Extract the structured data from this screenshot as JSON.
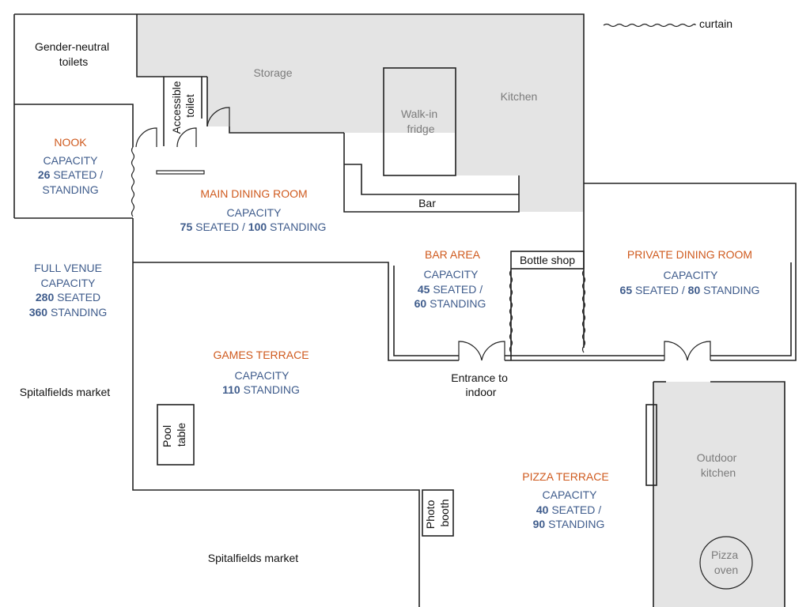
{
  "legend": {
    "curtain_label": "curtain"
  },
  "rooms": {
    "toilets": [
      "Gender-neutral",
      "toilets"
    ],
    "accessible_toilet": [
      "Accessible",
      "toilet"
    ],
    "storage": "Storage",
    "walk_in_fridge": [
      "Walk-in",
      "fridge"
    ],
    "kitchen": "Kitchen",
    "bar": "Bar",
    "bottle_shop": "Bottle shop",
    "pool_table": [
      "Pool",
      "table"
    ],
    "photo_booth": [
      "Photo",
      "booth"
    ],
    "outdoor_kitchen": [
      "Outdoor",
      "kitchen"
    ],
    "pizza_oven": [
      "Pizza",
      "oven"
    ],
    "entrance": [
      "Entrance to",
      "indoor"
    ],
    "market_top": "Spitalfields market",
    "market_bottom": "Spitalfields market"
  },
  "areas": {
    "nook": {
      "name": "NOOK",
      "capacity": "CAPACITY",
      "seated_num": "26",
      "seated_txt": " SEATED /",
      "standing_txt": "STANDING"
    },
    "main_dining": {
      "name": "MAIN DINING ROOM",
      "capacity": "CAPACITY",
      "seated_num": "75",
      "seated_txt": " SEATED / ",
      "standing_num": "100",
      "standing_txt": " STANDING"
    },
    "full_venue": {
      "line1": "FULL VENUE",
      "capacity": "CAPACITY",
      "seated_num": "280",
      "seated_txt": " SEATED",
      "standing_num": "360",
      "standing_txt": " STANDING"
    },
    "bar_area": {
      "name": "BAR AREA",
      "capacity": "CAPACITY",
      "seated_num": "45",
      "seated_txt": " SEATED /",
      "standing_num": "60",
      "standing_txt": " STANDING"
    },
    "private_dining": {
      "name": "PRIVATE DINING ROOM",
      "capacity": "CAPACITY",
      "seated_num": "65",
      "seated_txt": " SEATED / ",
      "standing_num": "80",
      "standing_txt": " STANDING"
    },
    "games_terrace": {
      "name": "GAMES TERRACE",
      "capacity": "CAPACITY",
      "standing_num": "110",
      "standing_txt": " STANDING"
    },
    "pizza_terrace": {
      "name": "PIZZA TERRACE",
      "capacity": "CAPACITY",
      "seated_num": "40",
      "seated_txt": " SEATED /",
      "standing_num": "90",
      "standing_txt": " STANDING"
    }
  },
  "colors": {
    "area_name": "#cf5a1e",
    "capacity": "#3f5c8c",
    "service_fill": "#e4e4e4"
  }
}
